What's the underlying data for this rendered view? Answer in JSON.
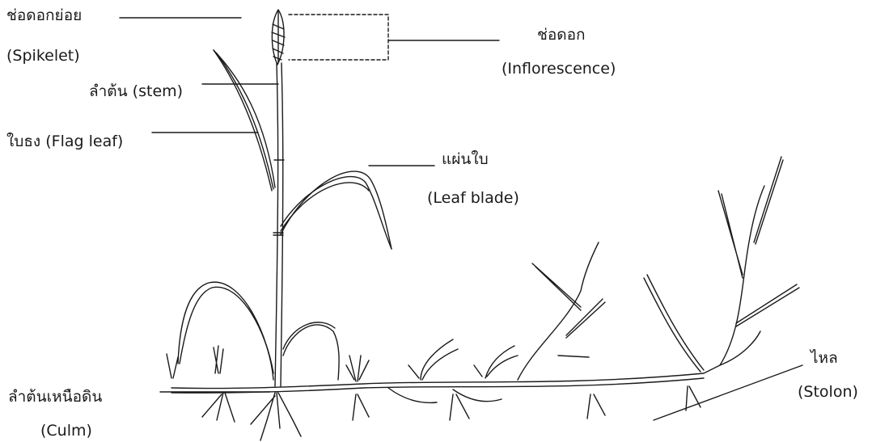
{
  "labels": {
    "spikelet": {
      "th": "ช่อดอกย่อย",
      "en": "(Spikelet)"
    },
    "inflorescence": {
      "th": "ช่อดอก",
      "en": "(Inflorescence)"
    },
    "stem": {
      "text": "ลำต้น (stem)"
    },
    "flag_leaf": {
      "text": "ใบธง (Flag leaf)"
    },
    "leaf_blade": {
      "th": "แผ่นใบ",
      "en": "(Leaf blade)"
    },
    "culm": {
      "th": "ลำต้นเหนือดิน",
      "en": "(Culm)"
    },
    "stolon": {
      "th": "ไหล",
      "en": "(Stolon)"
    }
  },
  "colors": {
    "ink": "#1a1a1a",
    "background": "#ffffff"
  }
}
